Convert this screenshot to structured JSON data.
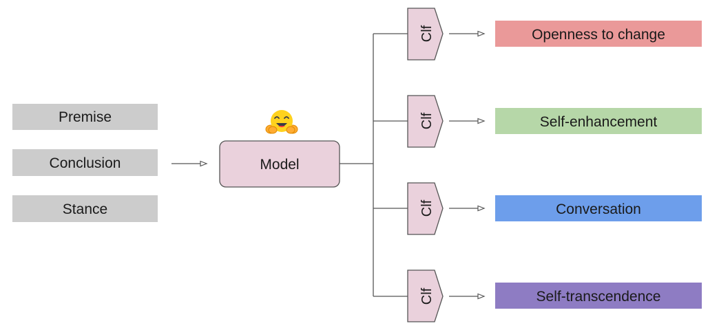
{
  "inputs": [
    {
      "label": "Premise"
    },
    {
      "label": "Conclusion"
    },
    {
      "label": "Stance"
    }
  ],
  "model": {
    "label": "Model",
    "icon": "hugging-face-icon"
  },
  "classifier_label": "Clf",
  "outputs": [
    {
      "label": "Openness to change",
      "color": "#ea9999"
    },
    {
      "label": "Self-enhancement",
      "color": "#b6d7a8"
    },
    {
      "label": "Conversation",
      "color": "#6d9eeb"
    },
    {
      "label": "Self-transcendence",
      "color": "#8e7cc3"
    }
  ],
  "colors": {
    "input_box": "#cccccc",
    "model_box": "#ead1dc",
    "clf_box": "#ead1dc",
    "line": "#555555"
  }
}
